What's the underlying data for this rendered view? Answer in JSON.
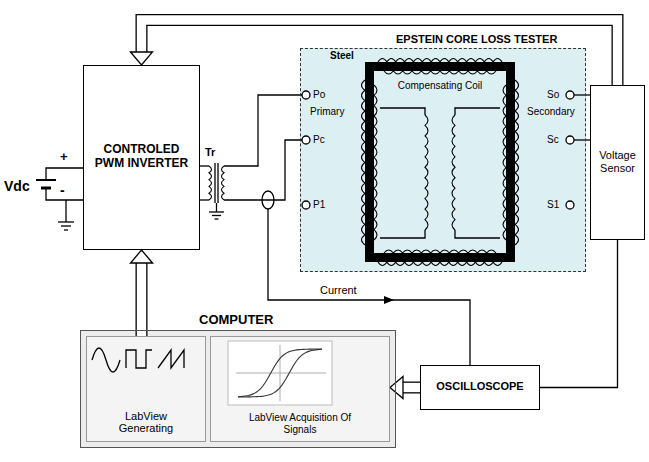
{
  "diagram": {
    "nodes": [
      {
        "text": [
          "CONTROLED PWM INVERTER"
        ]
      },
      {
        "text": [
          "EPSTEIN CORE LOSS TESTER"
        ]
      },
      {
        "text": [
          "Voltage Sensor"
        ]
      },
      {
        "text": [
          "COMPUTER"
        ]
      },
      {
        "text": [
          "LabView Generating"
        ],
        "in": 3
      },
      {
        "text": [
          "LabView Acquisition Of Signals"
        ],
        "in": 3
      },
      {
        "text": [
          "OSCILLOSCOPE"
        ]
      }
    ],
    "edges": [
      {
        "from": 2,
        "to": 0,
        "arrow": "to"
      },
      {
        "from": 2,
        "to": 6,
        "arrow": "none"
      },
      {
        "from": 6,
        "to": 5,
        "arrow": "to"
      },
      {
        "from": 4,
        "to": 0,
        "arrow": "to"
      }
    ],
    "labels": [
      "Vdc",
      "+",
      "-",
      "Tr",
      "Steel",
      "Primary",
      "Secondary",
      "Compensating Coil",
      "Po",
      "Pc",
      "P1",
      "So",
      "Sc",
      "S1",
      "Current"
    ]
  }
}
